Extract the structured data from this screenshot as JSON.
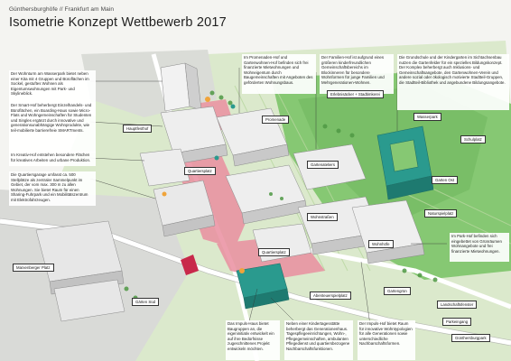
{
  "header": {
    "subtitle": "Günthersburghöfe // Frankfurt am Main",
    "title": "Isometrie Konzept Wettbewerb 2017"
  },
  "notes": [
    {
      "id": "wohnen-wasserpark",
      "text": "Der Wohnturm am Wasserpark bietet neben einer Kita mit 4 Gruppen und Büroflächen im Sockel, gestuftes Wohnen als Eigentumswohnungen mit Park- und Skylineblick."
    },
    {
      "id": "smart-hof",
      "text": "Der Smart-Hof beherbergt Einzelhandels- und Büroflächen, ein Boarding-Haus sowie Micro-Flats und Wohngemeinschaften für Studenten und Singles ergänzt durch innovative und generationsunabhängige Wohnprodukte, wie teil-mobilierte barrierefreie SMARTments."
    },
    {
      "id": "kreativ-hof",
      "text": "Im Kreativ-Hof entstehen besondere Flächen für kreatives Arbeiten und urbane Produktion."
    },
    {
      "id": "quartiersgarage",
      "text": "Die Quartiersgarage umfasst ca. 500 Stellplätze als zentraler Sammelpunkt im Gebiet, der vom max. 300 m zu allen Wohnungen. Sie bietet Raum für einen Sharing-Fuhrpark und ein Mobilitätszentrum mit Elektrofahrzeugen."
    },
    {
      "id": "promenaden-hof",
      "text": "Im Promenaden-Hof und Gartenwohnen-Hof befinden sich frei finanzierte Mietwohnungen und Wohneigentum durch Baugemeinschaften mit Angeboten des geförderten Wohnungsbaus."
    },
    {
      "id": "familien-hof",
      "text": "Der Familien-Hof ist aufgrund eines größeren kinderfreundlichen Gemeinschaftsbereichs im Blockinneren für besondere Wohnformen für junge Familien und Mehrgenerationen-Wohnen."
    },
    {
      "id": "grundschule",
      "text": "Die Grundschule und der Kindergarten im Sichtachsenbau nutzen die Gartenfelder für ein spezielles Bildungskonzept. Der Komplex beherbergt auch Inklusions- und Gemeinschaftsangebote, den Gartenwohnen-Verein und andere sozial oder ökologisch motivierte Stadtteil-Gruppen, die Stadtteil-Bibliothek und angebundene Bildungsangebote."
    },
    {
      "id": "park-hof",
      "text": "Im Park-Hof befinden sich eingebettet von Grünräumen Wohnangebote und frei finanzierte Mietwohnungen."
    },
    {
      "id": "impuls-hof-left",
      "text": "Das Impuls-Haus bietet Baugruppen an, die eigeninitiativ entwickelt ein auf ihre Bedürfnisse zugeschnittenes Projekt entwickeln möchten."
    },
    {
      "id": "generationenhaus",
      "text": "Neben einer Kindertagesstätte beherbergt das Generationenhaus. Tagespflegeeinrichtungen, Wohn-, Pflegegemeinschaften, ambulanten Pflegedienst und quartiersbezogene Nachbarschaftsfunktionen."
    },
    {
      "id": "impuls-hof-right",
      "text": "Der Impuls-Hof bietet Raum für innovative Wohntypologien für alle Generationen sowie unterschiedliche Nachbarschaftsformen."
    }
  ],
  "labels": [
    {
      "id": "erlebnisacker",
      "title": "Erlebnisäcker + Stadtimkerei",
      "sub": ""
    },
    {
      "id": "wasserpark",
      "title": "Wasserpark",
      "sub": ""
    },
    {
      "id": "hauptfestsaal",
      "title": "Hauptfesthof",
      "sub": ""
    },
    {
      "id": "promenade",
      "title": "Promenade",
      "sub": ""
    },
    {
      "id": "quartiersplatz",
      "title": "Quartiersplatz",
      "sub": ""
    },
    {
      "id": "gartenateliers",
      "title": "Gartenateliers",
      "sub": ""
    },
    {
      "id": "schulplatz",
      "title": "Schulplatz",
      "sub": ""
    },
    {
      "id": "garten-ost",
      "title": "Garten Ost",
      "sub": ""
    },
    {
      "id": "naturspielplatz",
      "title": "Naturspielplatz",
      "sub": ""
    },
    {
      "id": "wohnstraßen",
      "title": "Wohnstraßen",
      "sub": ""
    },
    {
      "id": "wohnhöfe",
      "title": "Wohnhöfe",
      "sub": ""
    },
    {
      "id": "quartiersplatz-2",
      "title": "Quartiersplatz",
      "sub": ""
    },
    {
      "id": "marxenberger-platz",
      "title": "Marxenberger Platz",
      "sub": ""
    },
    {
      "id": "garten-sud",
      "title": "Gärten Süd",
      "sub": ""
    },
    {
      "id": "abenteuerspielplatz",
      "title": "Abenteuerspielplatz",
      "sub": ""
    },
    {
      "id": "gartengrün",
      "title": "Gartengrün",
      "sub": ""
    },
    {
      "id": "landschaftsfenster",
      "title": "Landschaftsfenster",
      "sub": ""
    },
    {
      "id": "parkeingang",
      "title": "Parkeingang",
      "sub": ""
    },
    {
      "id": "günthersburgpark",
      "title": "Günthersburgpark",
      "sub": ""
    }
  ],
  "colors": {
    "park_green": "#7ec26a",
    "park_green_dark": "#5aa64c",
    "field_green": "#c7dfb4",
    "teal": "#2a9a8e",
    "red_zone": "#e37589",
    "red_strong": "#c8284a",
    "building": "#ececec",
    "road": "#f6f6f6"
  }
}
